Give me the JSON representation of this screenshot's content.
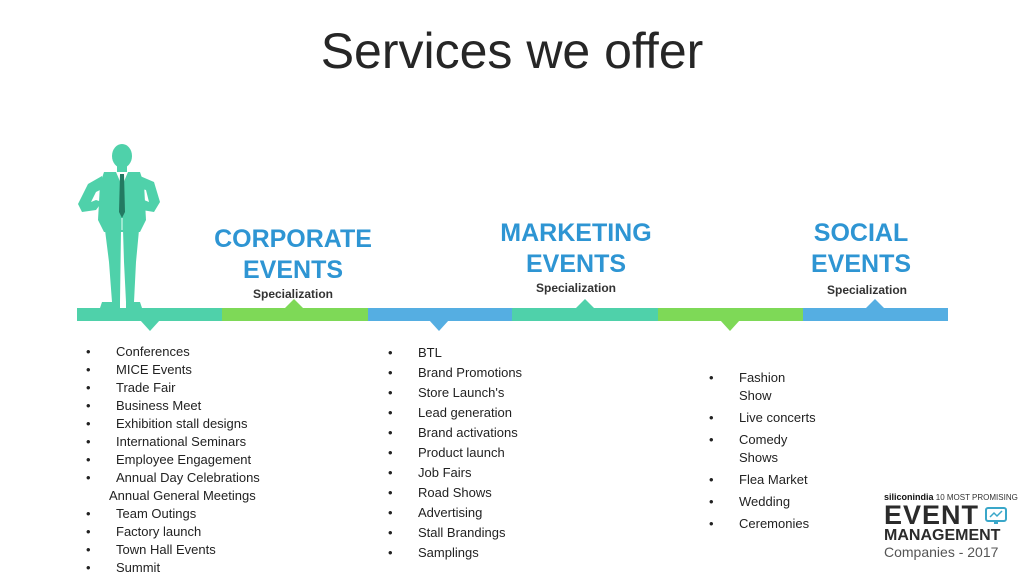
{
  "title": "Services we offer",
  "columns": [
    {
      "heading_line1": "CORPORATE",
      "heading_line2": "EVENTS",
      "subheading": "Specialization",
      "items": [
        {
          "text": "Conferences",
          "bullet": true
        },
        {
          "text": "MICE Events",
          "bullet": true
        },
        {
          "text": "Trade Fair",
          "bullet": true
        },
        {
          "text": "Business Meet",
          "bullet": true
        },
        {
          "text": "Exhibition stall designs",
          "bullet": true
        },
        {
          "text": "International Seminars",
          "bullet": true
        },
        {
          "text": "Employee Engagement",
          "bullet": true
        },
        {
          "text": "Annual Day Celebrations",
          "bullet": true
        },
        {
          "text": "Annual General Meetings",
          "bullet": false
        },
        {
          "text": "Team Outings",
          "bullet": true
        },
        {
          "text": "Factory launch",
          "bullet": true
        },
        {
          "text": "Town Hall Events",
          "bullet": true
        },
        {
          "text": "Summit",
          "bullet": true
        }
      ]
    },
    {
      "heading_line1": "MARKETING",
      "heading_line2": "EVENTS",
      "subheading": "Specialization",
      "items": [
        {
          "text": "BTL",
          "bullet": true
        },
        {
          "text": "Brand Promotions",
          "bullet": true
        },
        {
          "text": "Store Launch's",
          "bullet": true
        },
        {
          "text": "Lead generation",
          "bullet": true
        },
        {
          "text": "Brand activations",
          "bullet": true
        },
        {
          "text": "Product launch",
          "bullet": true
        },
        {
          "text": "Job Fairs",
          "bullet": true
        },
        {
          "text": "Road Shows",
          "bullet": true
        },
        {
          "text": "Advertising",
          "bullet": true
        },
        {
          "text": "Stall Brandings",
          "bullet": true
        },
        {
          "text": "Samplings",
          "bullet": true
        }
      ]
    },
    {
      "heading_line1": "SOCIAL",
      "heading_line2": "EVENTS",
      "subheading": "Specialization",
      "items": [
        {
          "text": "Fashion Show",
          "bullet": true
        },
        {
          "text": "Live concerts",
          "bullet": true
        },
        {
          "text": "Comedy Shows",
          "bullet": true
        },
        {
          "text": "Flea Market",
          "bullet": true
        },
        {
          "text": "Wedding",
          "bullet": true
        },
        {
          "text": "Ceremonies",
          "bullet": true
        }
      ]
    }
  ],
  "badge": {
    "brand": "siliconindia",
    "tagline": "10 MOST PROMISING",
    "main": "EVENT",
    "sub": "MANAGEMENT",
    "year": "Companies - 2017"
  },
  "icons": {
    "person": "businessman-silhouette-icon",
    "badge_screen": "presentation-screen-icon"
  },
  "colors": {
    "heading_blue": "#2e95d3",
    "teal": "#4fd1aa",
    "green": "#7ed957",
    "blue": "#55aee2"
  }
}
